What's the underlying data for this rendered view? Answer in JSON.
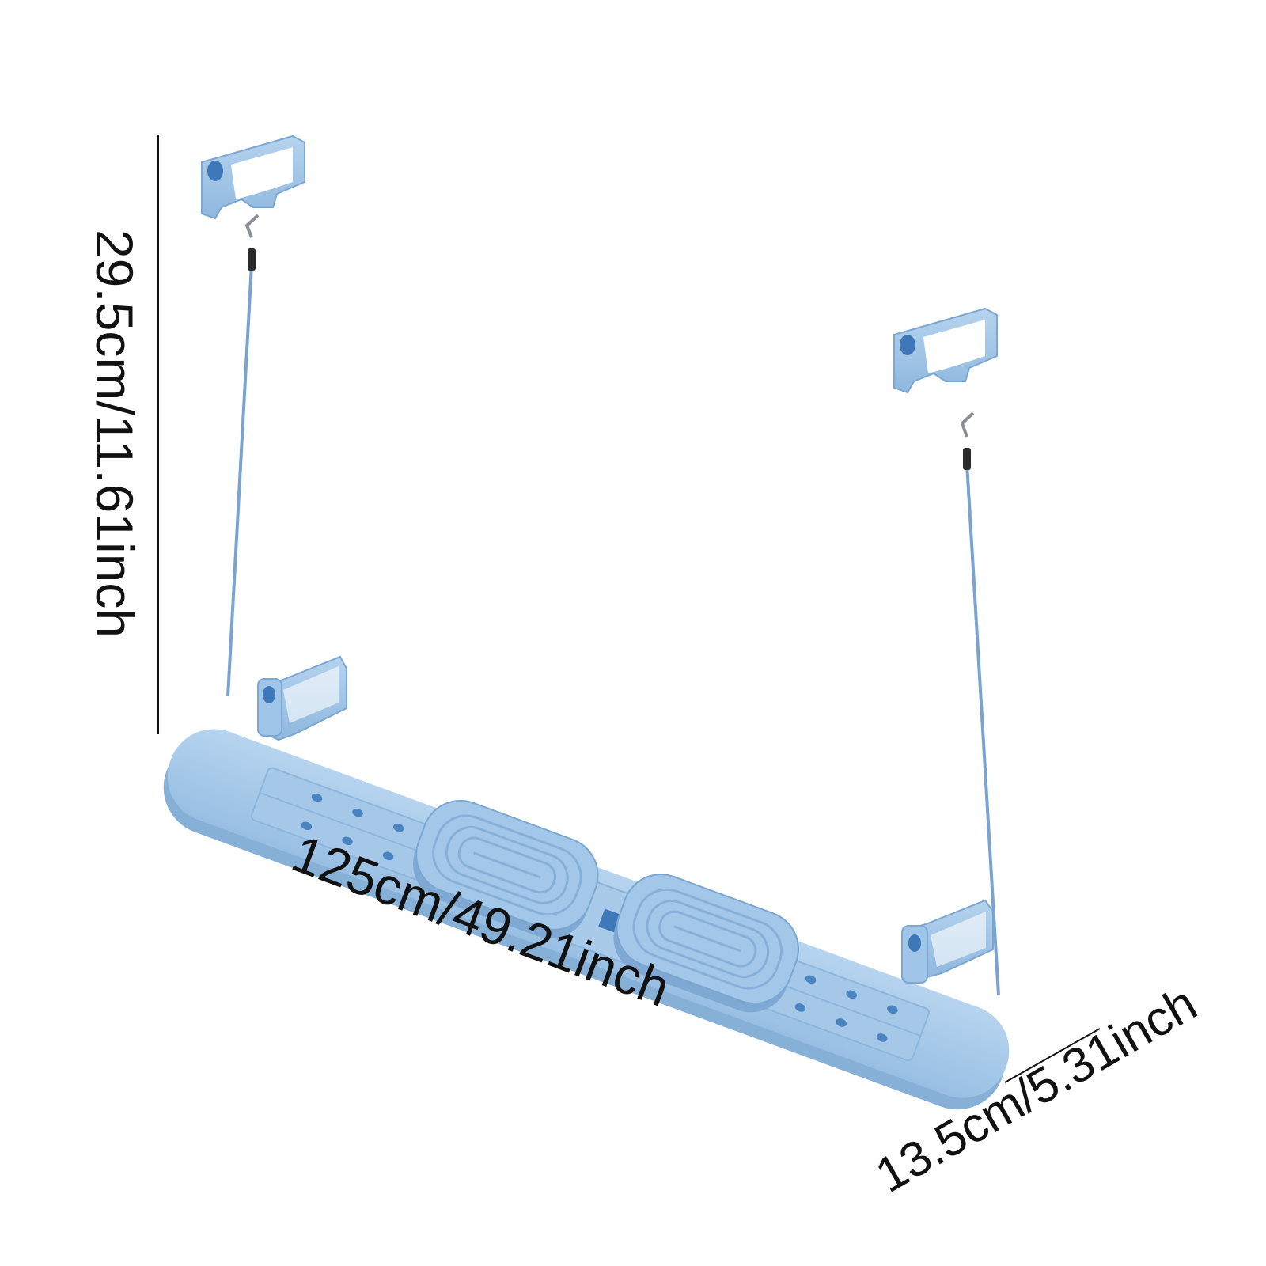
{
  "dimensions": {
    "height_label": "29.5cm/11.61inch",
    "length_label": "125cm/49.21inch",
    "width_label": "13.5cm/5.31inch"
  },
  "colors": {
    "board": "#9cc3e6",
    "board_side": "#88b2d8",
    "board_dark": "#6f9cc8",
    "accent": "#4f86c2",
    "hole": "#3e78b8",
    "cord": "#7aa4cf",
    "line": "#111111"
  }
}
